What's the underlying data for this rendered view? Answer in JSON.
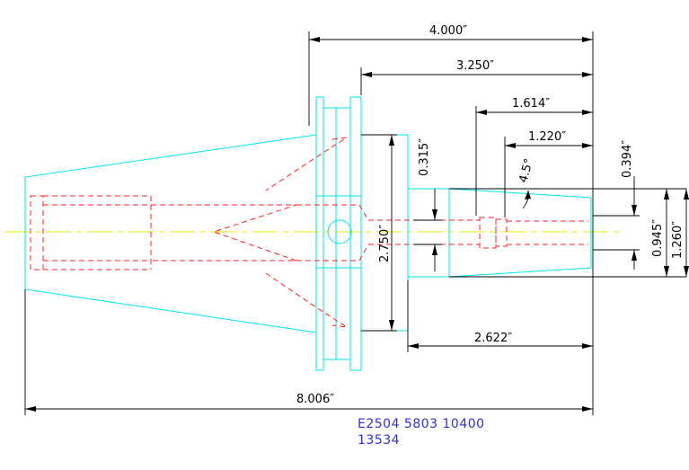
{
  "dimensions": {
    "overall_length": "8.006″",
    "gauge_to_end": "4.000″",
    "flange_to_end": "3.250″",
    "bore_depth": "1.614″",
    "taper_length": "1.220″",
    "taper_angle": "4.5°",
    "body_length": "2.622″",
    "flange_diameter": "2.750″",
    "wall_step": "0.315″",
    "small_bore": "0.394″",
    "bore_diameter": "0.945″",
    "nose_diameter": "1.260″"
  },
  "notes": {
    "line1": "E2504  5803  10400",
    "line2": "13534"
  },
  "colors": {
    "outline": "#00e5ee",
    "hidden": "#ff2020",
    "centerline": "#e8e800",
    "dimension": "#000000",
    "note_text": "#3030d0"
  }
}
